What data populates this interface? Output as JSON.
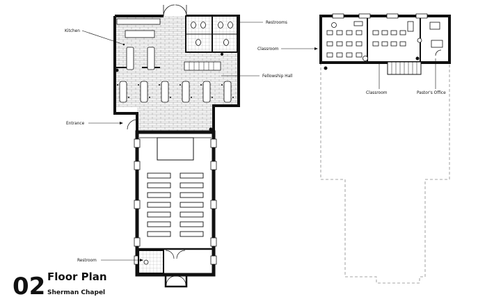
{
  "title_block": {
    "number": "02",
    "title": "Floor Plan",
    "subtitle": "Sherman Chapel"
  },
  "labels": {
    "kitchen": "Kitchen",
    "restrooms": "Restrooms",
    "fellowship_hall": "Fellowship Hall",
    "entrance": "Entrance",
    "restroom": "Restroom",
    "classroom_left": "Classroom",
    "classroom_center": "Classroom",
    "pastors_office": "Pastor's Office"
  },
  "colors": {
    "wall": "#111111",
    "floor_tile": "#cfcfcf",
    "outline_dashed": "#888888",
    "ink": "#111111"
  }
}
